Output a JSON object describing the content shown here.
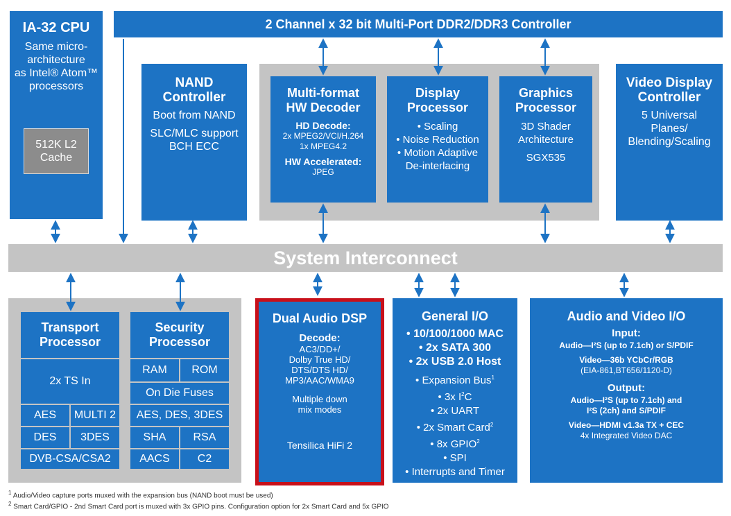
{
  "ddr": "2 Channel x 32 bit Multi-Port DDR2/DDR3 Controller",
  "cpu": {
    "title": "IA-32 CPU",
    "lines": [
      "Same micro-",
      "architecture",
      "as Intel® Atom™",
      "processors"
    ],
    "cache": [
      "512K L2",
      "Cache"
    ]
  },
  "nand": {
    "title": [
      "NAND",
      "Controller"
    ],
    "lines": [
      "Boot from NAND",
      "SLC/MLC support",
      "BCH ECC"
    ]
  },
  "decoder": {
    "title": [
      "Multi-format",
      "HW Decoder"
    ],
    "hd_label": "HD Decode:",
    "hd_lines": [
      "2x MPEG2/VCI/H.264",
      "1x MPEG4.2"
    ],
    "acc_label": "HW Accelerated:",
    "acc_lines": [
      "JPEG"
    ]
  },
  "display": {
    "title": [
      "Display",
      "Processor"
    ],
    "lines": [
      "• Scaling",
      "• Noise Reduction",
      "• Motion Adaptive",
      "De-interlacing"
    ]
  },
  "graphics": {
    "title": [
      "Graphics",
      "Processor"
    ],
    "lines": [
      "3D Shader",
      "Architecture",
      "SGX535"
    ]
  },
  "video_display": {
    "title": [
      "Video Display",
      "Controller"
    ],
    "lines": [
      "5 Universal",
      "Planes/",
      "Blending/Scaling"
    ]
  },
  "interconnect": "System Interconnect",
  "transport": {
    "title": [
      "Transport",
      "Processor"
    ],
    "ts": "2x TS In",
    "cells": [
      "AES",
      "MULTI 2",
      "DES",
      "3DES",
      "DVB-CSA/CSA2"
    ]
  },
  "security": {
    "title": [
      "Security",
      "Processor"
    ],
    "cells": [
      "RAM",
      "ROM",
      "On Die Fuses",
      "AES, DES, 3DES",
      "SHA",
      "RSA",
      "AACS",
      "C2"
    ]
  },
  "audio_dsp": {
    "title": "Dual Audio DSP",
    "decode_label": "Decode:",
    "decode_lines": [
      "AC3/DD+/",
      "Dolby True HD/",
      "DTS/DTS HD/",
      "MP3/AAC/WMA9"
    ],
    "mix_lines": [
      "Multiple down",
      "mix modes"
    ],
    "core": "Tensilica HiFi 2",
    "border_color": "#c8101a"
  },
  "general_io": {
    "title": "General I/O",
    "bold_lines": [
      "• 10/100/1000 MAC",
      "• 2x SATA 300",
      "• 2x USB 2.0 Host"
    ],
    "lines": [
      "• Expansion Bus",
      "• 3x I",
      "• 2x UART",
      "• 2x Smart Card",
      "• 8x GPIO",
      "• SPI",
      "• Interrupts and Timer"
    ],
    "sups": [
      "1",
      "2",
      "2",
      "2"
    ],
    "i2c_tail": "C"
  },
  "av_io": {
    "title": "Audio and Video I/O",
    "input_label": "Input:",
    "input_audio": "Audio—I²S (up to 7.1ch) or S/PDIF",
    "input_video_1": "Video—36b YCbCr/RGB",
    "input_video_2": "(EIA-861,BT656/1120-D)",
    "output_label": "Output:",
    "output_audio_1": "Audio—I²S (up to 7.1ch) and",
    "output_audio_2": "I²S (2ch) and S/PDIF",
    "output_video_1": "Video—HDMI v1.3a TX + CEC",
    "output_video_2": "4x Integrated Video DAC"
  },
  "footnotes": [
    {
      "mark": "1",
      "text": "Audio/Video capture ports muxed with the expansion bus (NAND boot must be used)"
    },
    {
      "mark": "2",
      "text": "Smart Card/GPIO - 2nd Smart Card port is muxed with 3x GPIO pins. Configuration option for 2x Smart Card and 5x GPIO"
    }
  ],
  "colors": {
    "blue": "#1d73c4",
    "gray": "#c4c4c4",
    "arrow": "#1d73c4"
  }
}
